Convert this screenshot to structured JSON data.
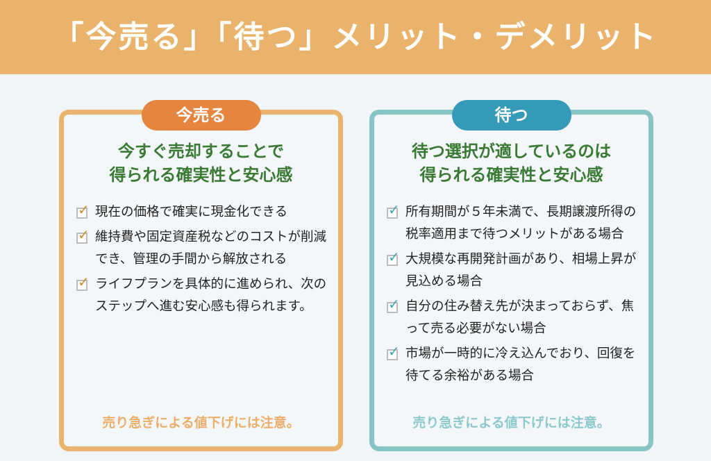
{
  "header": {
    "title": "「今売る」「待つ」メリット・デメリット"
  },
  "left": {
    "label": "今売る",
    "title_lines": [
      "今すぐ売却することで",
      "得られる確実性と安心感"
    ],
    "items": [
      "現在の価格で確実に現金化できる",
      "維持費や固定資産税などのコストが削減でき、管理の手間から解放される",
      "ライフプランを具体的に進められ、次のステップへ進む安心感も得られます。"
    ],
    "note": "売り急ぎによる値下げには注意。"
  },
  "right": {
    "label": "待つ",
    "title_lines": [
      "待つ選択が適しているのは",
      "得られる確実性と安心感"
    ],
    "items": [
      "所有期間が５年未満で、長期譲渡所得の税率適用まで待つメリットがある場合",
      "大規模な再開発計画があり、相場上昇が見込める場合",
      "自分の住み替え先が決まっておらず、焦って売る必要がない場合",
      "市場が一時的に冷え込んでおり、回復を待てる余裕がある場合"
    ],
    "note": "売り急ぎによる値下げには注意。"
  },
  "colors": {
    "header": "#E9B36C",
    "left_accent": "#E5853F",
    "right_accent": "#3599B8",
    "title_green": "#3A7A34"
  }
}
